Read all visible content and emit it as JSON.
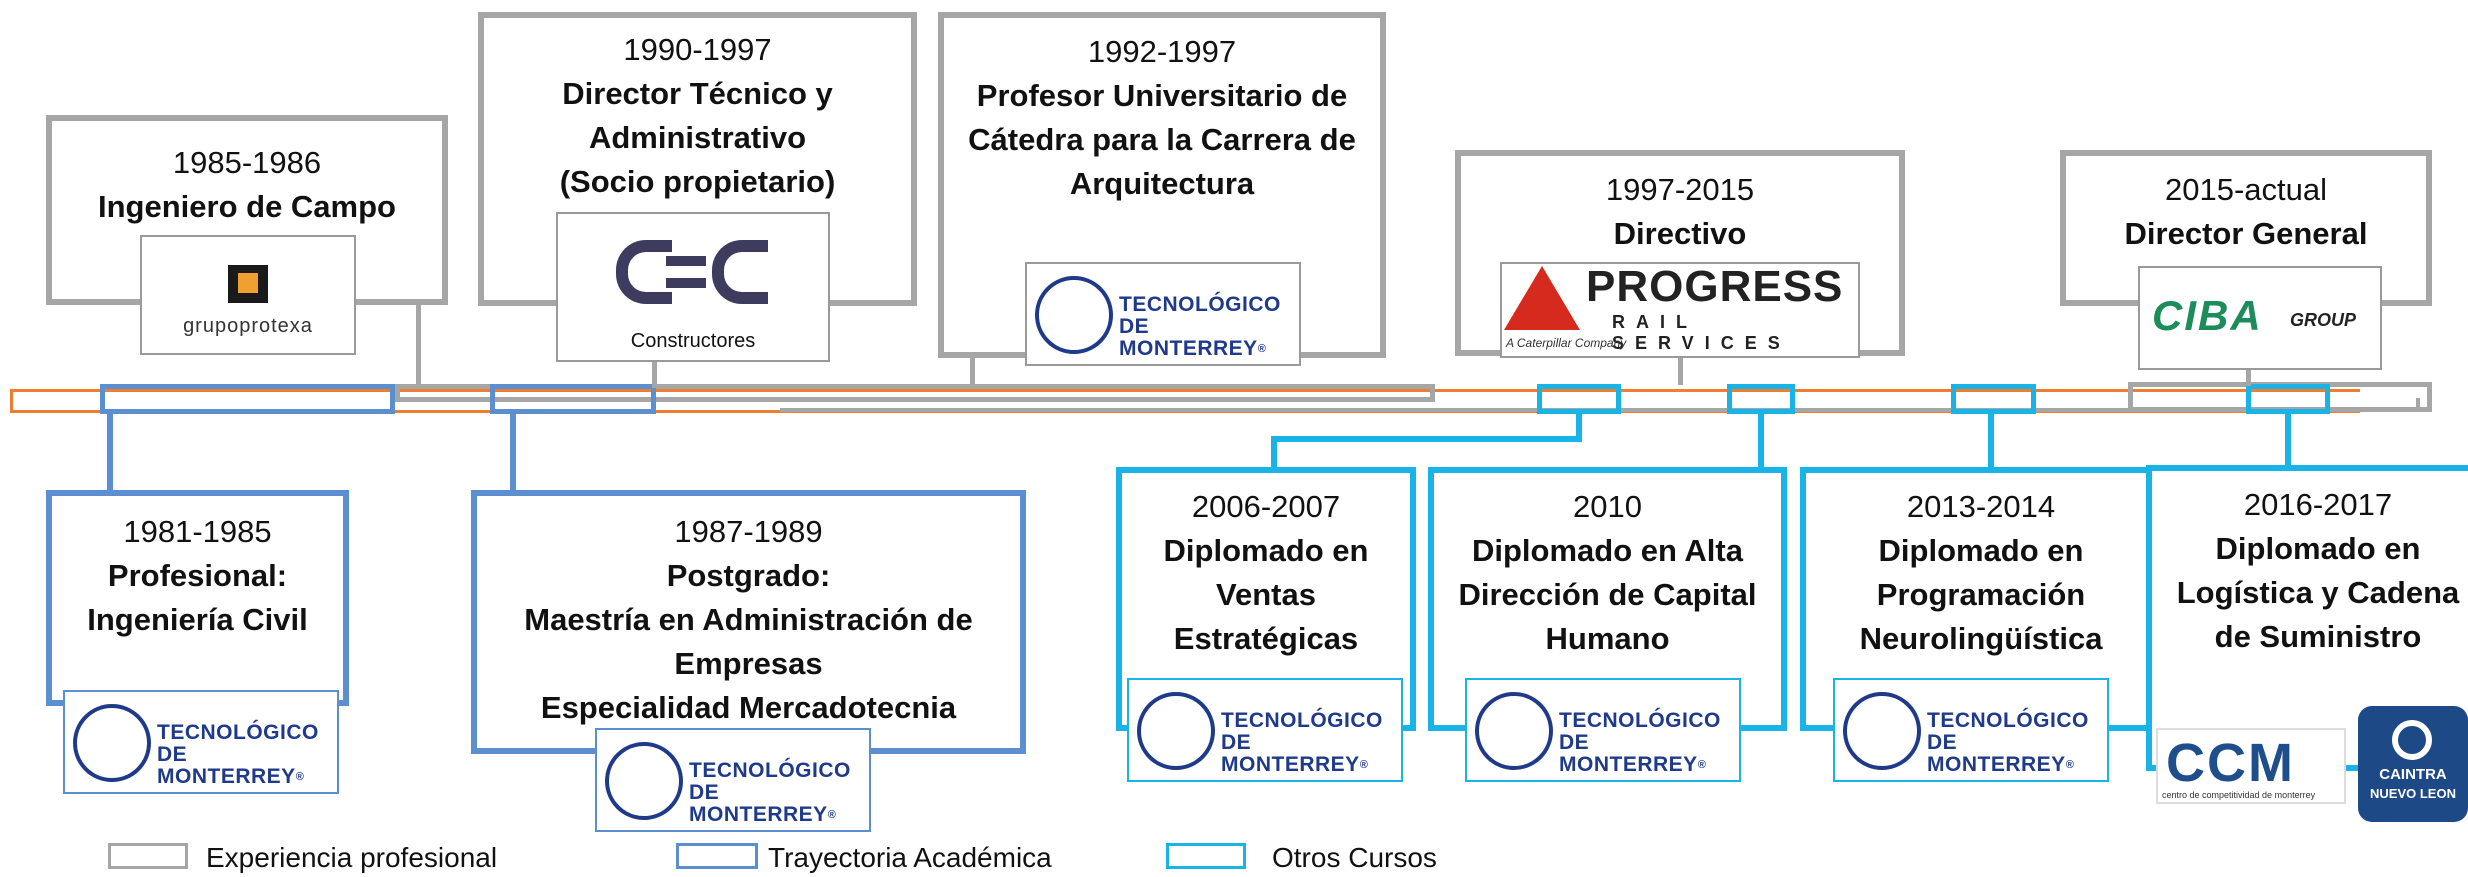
{
  "timeline": {
    "professional": [
      {
        "years": "1985-1986",
        "role_lines": [
          "Ingeniero de Campo"
        ],
        "logo": "grupo-protexa",
        "logo_text": "grupoprotexa"
      },
      {
        "years": "1990-1997",
        "role_lines": [
          "Director Técnico y",
          "Administrativo",
          "(Socio propietario)"
        ],
        "logo": "csc-constructores",
        "logo_text": "Constructores"
      },
      {
        "years": "1992-1997",
        "role_lines": [
          "Profesor Universitario de",
          "Cátedra para la Carrera de",
          "Arquitectura"
        ],
        "logo": "tecnologico-de-monterrey"
      },
      {
        "years": "1997-2015",
        "role_lines": [
          "Directivo"
        ],
        "logo": "progress-rail-services",
        "logo_text": "PROGRESS",
        "logo_sub": "RAIL SERVICES",
        "logo_caption": "A Caterpillar Company"
      },
      {
        "years": "2015-actual",
        "role_lines": [
          "Director General"
        ],
        "logo": "ciba-group",
        "logo_text": "CIBA",
        "logo_sub": "GROUP"
      }
    ],
    "academic": [
      {
        "years": "1981-1985",
        "role_lines": [
          "Profesional:",
          "Ingeniería Civil"
        ],
        "logo": "tecnologico-de-monterrey"
      },
      {
        "years": "1987-1989",
        "role_lines": [
          "Postgrado:",
          "Maestría en Administración de",
          "Empresas",
          "Especialidad Mercadotecnia"
        ],
        "logo": "tecnologico-de-monterrey"
      }
    ],
    "courses": [
      {
        "years": "2006-2007",
        "role_lines": [
          "Diplomado en",
          "Ventas",
          "Estratégicas"
        ],
        "logo": "tecnologico-de-monterrey"
      },
      {
        "years": "2010",
        "role_lines": [
          "Diplomado en Alta",
          "Dirección de Capital",
          "Humano"
        ],
        "logo": "tecnologico-de-monterrey"
      },
      {
        "years": "2013-2014",
        "role_lines": [
          "Diplomado en",
          "Programación",
          "Neurolingüística"
        ],
        "logo": "tecnologico-de-monterrey"
      },
      {
        "years": "2016-2017",
        "role_lines": [
          "Diplomado en",
          "Logística y Cadena",
          "de Suministro"
        ],
        "logo": "ccm-caintra",
        "logo_text": "CCM",
        "logo_caption": "centro de competitividad de monterrey",
        "logo2_text": "CAINTRA",
        "logo2_sub": "NUEVO LEON"
      }
    ]
  },
  "tec_logo_text": {
    "line1": "TECNOLÓGICO",
    "line2": "DE MONTERREY",
    "mark": "®"
  },
  "legend": {
    "professional": "Experiencia profesional",
    "academic": "Trayectoria Académica",
    "courses": "Otros Cursos"
  },
  "colors": {
    "professional": "#a6a6a6",
    "academic": "#5b8fd0",
    "courses": "#18b4e8",
    "timeline_line": "#ed7d31"
  }
}
